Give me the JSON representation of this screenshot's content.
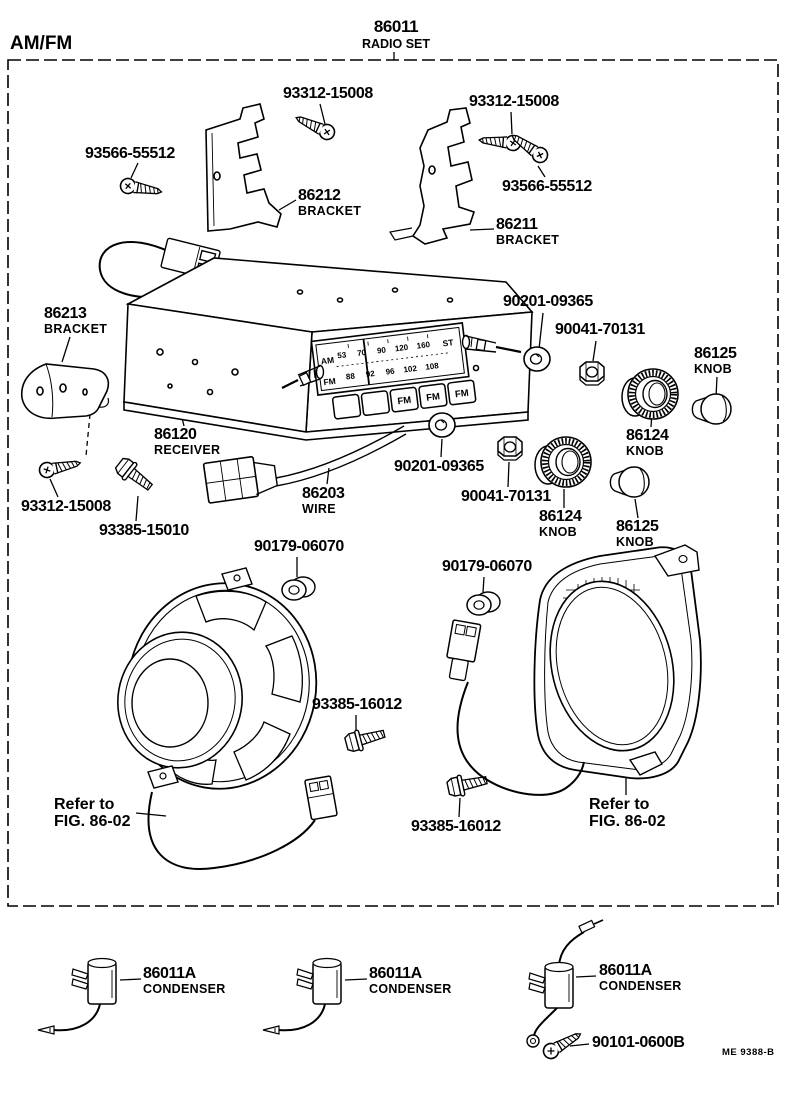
{
  "header": {
    "band_label": "AM/FM",
    "assembly": {
      "part_no": "86011",
      "part_name": "RADIO SET"
    }
  },
  "footer": {
    "doc_code": "ME 9388-B"
  },
  "radio_face": {
    "am_label": "AM",
    "fm_label": "FM",
    "stereo_label": "ST",
    "am_scale": [
      "53",
      "70",
      "90",
      "120",
      "160"
    ],
    "fm_scale": [
      "88",
      "92",
      "96",
      "102",
      "108"
    ],
    "buttons": [
      "FM",
      "FM",
      "FM"
    ]
  },
  "labels": [
    {
      "l1": "93312-15008",
      "l2": ""
    },
    {
      "l1": "93566-55512",
      "l2": ""
    },
    {
      "l1": "86212",
      "l2": "BRACKET"
    },
    {
      "l1": "93312-15008",
      "l2": ""
    },
    {
      "l1": "93566-55512",
      "l2": ""
    },
    {
      "l1": "86211",
      "l2": "BRACKET"
    },
    {
      "l1": "86213",
      "l2": "BRACKET"
    },
    {
      "l1": "90201-09365",
      "l2": ""
    },
    {
      "l1": "90041-70131",
      "l2": ""
    },
    {
      "l1": "86125",
      "l2": "KNOB"
    },
    {
      "l1": "86124",
      "l2": "KNOB"
    },
    {
      "l1": "86120",
      "l2": "RECEIVER"
    },
    {
      "l1": "90201-09365",
      "l2": ""
    },
    {
      "l1": "86203",
      "l2": "WIRE"
    },
    {
      "l1": "90041-70131",
      "l2": ""
    },
    {
      "l1": "86124",
      "l2": "KNOB"
    },
    {
      "l1": "86125",
      "l2": "KNOB"
    },
    {
      "l1": "93312-15008",
      "l2": ""
    },
    {
      "l1": "93385-15010",
      "l2": ""
    },
    {
      "l1": "90179-06070",
      "l2": ""
    },
    {
      "l1": "90179-06070",
      "l2": ""
    },
    {
      "l1": "93385-16012",
      "l2": ""
    },
    {
      "l1": "Refer to",
      "l2": "FIG. 86-02"
    },
    {
      "l1": "93385-16012",
      "l2": ""
    },
    {
      "l1": "Refer to",
      "l2": "FIG. 86-02"
    },
    {
      "l1": "86011A",
      "l2": "CONDENSER"
    },
    {
      "l1": "86011A",
      "l2": "CONDENSER"
    },
    {
      "l1": "86011A",
      "l2": "CONDENSER"
    },
    {
      "l1": "90101-0600B",
      "l2": ""
    }
  ]
}
